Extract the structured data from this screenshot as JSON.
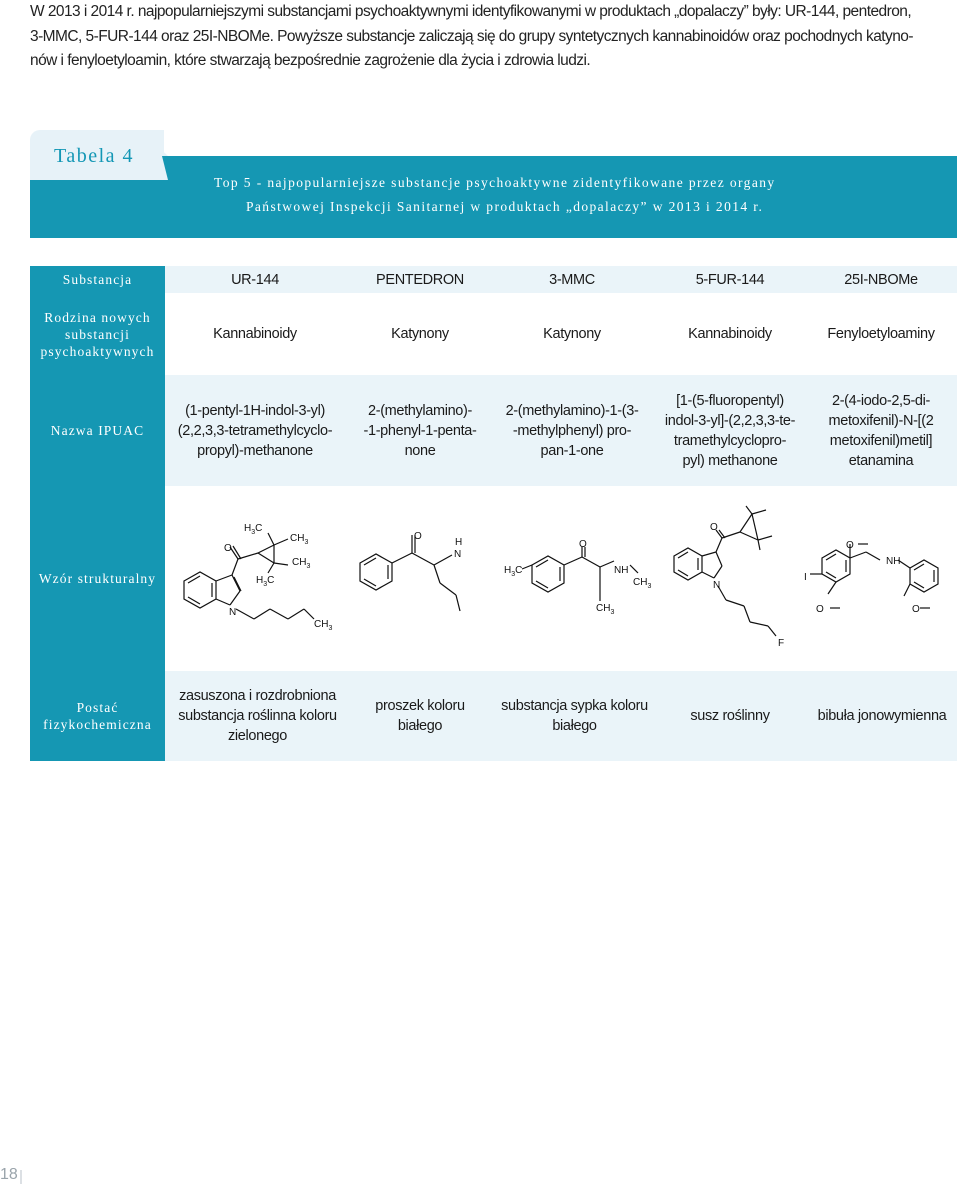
{
  "intro": {
    "line1": "W 2013 i 2014 r. najpopularniejszymi substancjami psychoaktywnymi identyfikowanymi w produktach „dopalaczy” były: UR-144, pentedron,",
    "line2": "3-MMC, 5-FUR-144 oraz 25I-NBOMe. Powyższe substancje zaliczają się do grupy syntetycznych kannabinoidów oraz pochodnych katyno-",
    "line3": "nów i fenyloetyloamin, które stwarzają bezpośrednie zagrożenie dla życia i zdrowia ludzi."
  },
  "table": {
    "label": "Tabela 4",
    "caption_line1": "Top 5 - najpopularniejsze substancje psychoaktywne zidentyfikowane przez organy",
    "caption_line2": "Państwowej Inspekcji Sanitarnej w produktach „dopalaczy” w 2013 i 2014 r.",
    "row_headers": {
      "substancja": "Substancja",
      "rodzina_1": "Rodzina nowych",
      "rodzina_2": "substancji",
      "rodzina_3": "psychoaktywnych",
      "ipuac": "Nazwa IPUAC",
      "wzor": "Wzór strukturalny",
      "postac_1": "Postać",
      "postac_2": "fizykochemiczna"
    },
    "substances": [
      {
        "name": "UR-144",
        "family": "Kannabinoidy",
        "ipuac": [
          "(1-pentyl-1H-indol-3-yl)",
          "(2,2,3,3-tetramethylcyclo-",
          "propyl)-methanone"
        ],
        "form": [
          "zasuszona i rozdrobniona",
          "substancja roślinna koloru",
          "zielonego"
        ]
      },
      {
        "name": "PENTEDRON",
        "family": "Katynony",
        "ipuac": [
          "2-(methylamino)-",
          "-1-phenyl-1-penta-",
          "none"
        ],
        "form": [
          "proszek koloru",
          "białego"
        ]
      },
      {
        "name": "3-MMC",
        "family": "Katynony",
        "ipuac": [
          "2-(methylamino)-1-(3-",
          "-methylphenyl) pro-",
          "pan-1-one"
        ],
        "form": [
          "substancja sypka koloru",
          "białego"
        ]
      },
      {
        "name": "5-FUR-144",
        "family": "Kannabinoidy",
        "ipuac": [
          "[1-(5-fluoropentyl)",
          "indol-3-yl]-(2,2,3,3-te-",
          "tramethylcyclopro-",
          "pyl) methanone"
        ],
        "form": [
          "susz roślinny"
        ]
      },
      {
        "name": "25I-NBOMe",
        "family": "Fenyloetyloaminy",
        "ipuac": [
          "2-(4-iodo-2,5-di-",
          "metoxifenil)-N-[(2",
          "metoxifenil)metil]",
          "etanamina"
        ],
        "form": [
          "bibuła jonowymienna"
        ]
      }
    ],
    "atoms": {
      "o": "O",
      "n": "N",
      "h": "H",
      "nh": "NH",
      "i": "I",
      "f": "F",
      "h3c": "H",
      "ch": "CH",
      "sub3": "3",
      "c": "C"
    }
  },
  "page_number": "18",
  "colors": {
    "accent": "#1597b3",
    "row_light": "#eaf4f9",
    "tab": "#e7f2f8"
  }
}
